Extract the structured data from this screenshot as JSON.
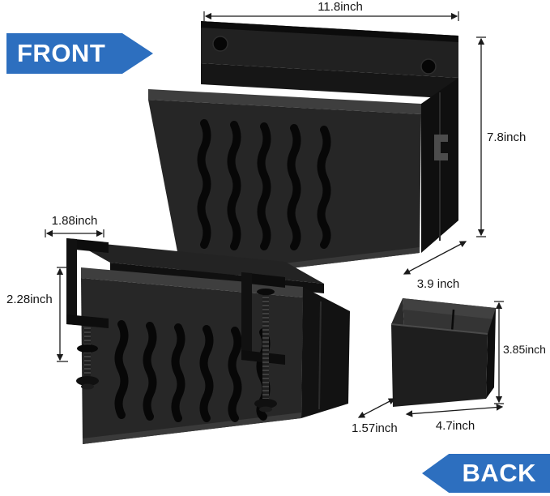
{
  "banners": {
    "front": "FRONT",
    "back": "BACK"
  },
  "tray_front_view": {
    "width_label": "11.8inch",
    "height_label": "7.8inch",
    "depth_label": "3.9 inch"
  },
  "tray_back_view": {
    "clamp_depth_label": "1.88inch",
    "clamp_opening_label": "2.28inch"
  },
  "storage_box": {
    "height_label": "3.85inch",
    "depth_label": "1.57inch",
    "width_label": "4.7inch"
  },
  "colors": {
    "accent_blue": "#2d6fbf",
    "dimension_line": "#1a1a1a",
    "product_dark": "#232323"
  }
}
